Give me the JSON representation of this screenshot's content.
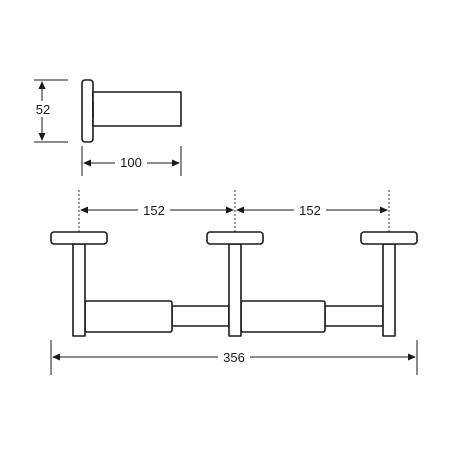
{
  "dimensions": {
    "height_label": "52",
    "depth_label": "100",
    "spacing_left_label": "152",
    "spacing_right_label": "152",
    "overall_label": "356"
  },
  "colors": {
    "line": "#1a1a1a",
    "background": "#ffffff"
  }
}
